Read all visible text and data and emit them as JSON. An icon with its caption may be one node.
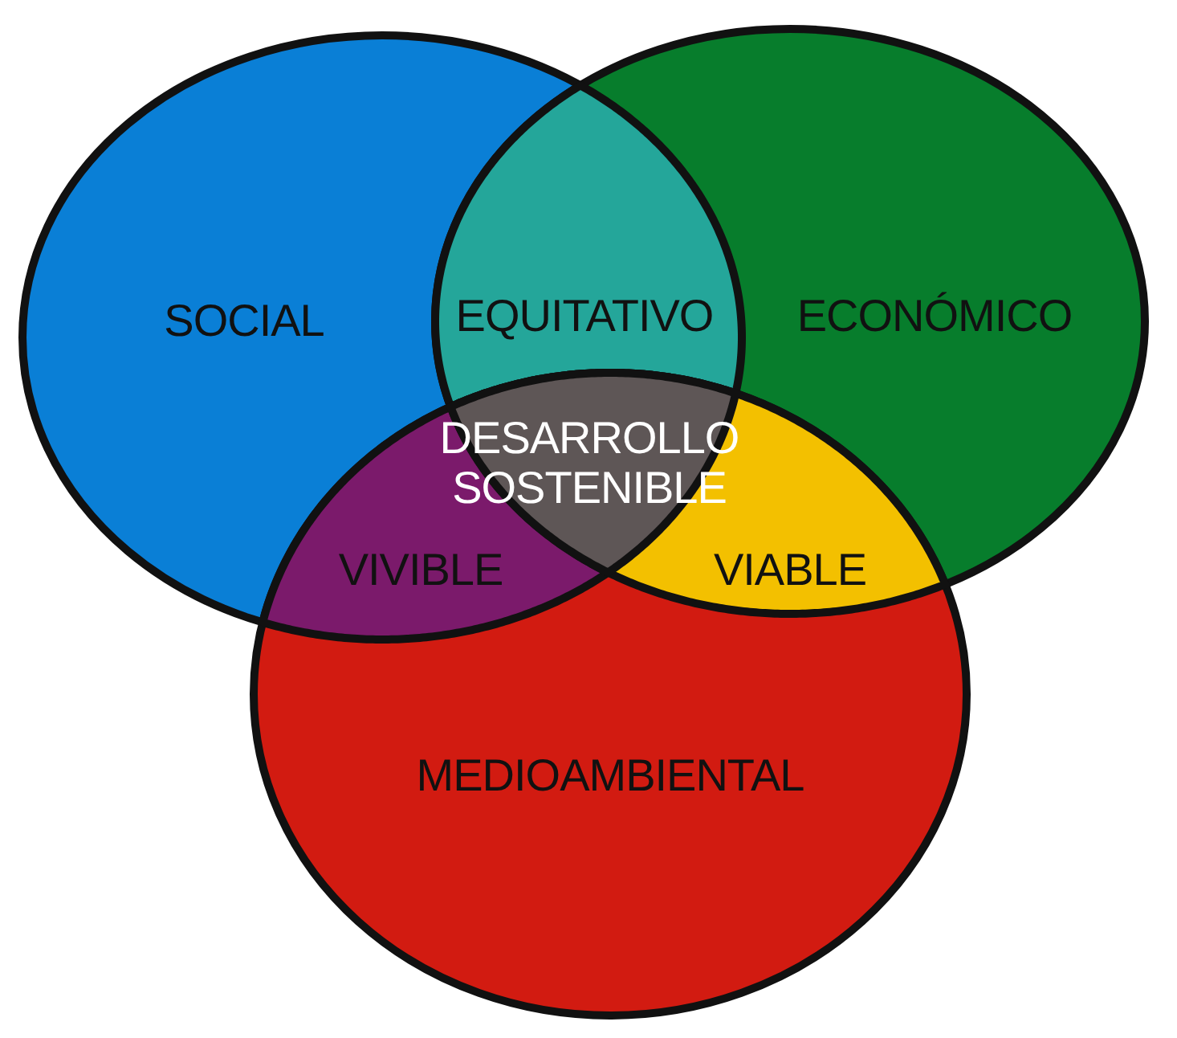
{
  "diagram": {
    "nodes": [
      {
        "text": [
          "SOCIAL"
        ]
      },
      {
        "text": [
          "ECONÓMICO"
        ]
      },
      {
        "text": [
          "MEDIOAMBIENTAL"
        ]
      },
      {
        "text": [
          "EQUITATIVO"
        ]
      },
      {
        "text": [
          "VIVIBLE"
        ]
      },
      {
        "text": [
          "VIABLE"
        ]
      },
      {
        "text": [
          "DESARROLLO SOSTENIBLE"
        ]
      }
    ]
  }
}
